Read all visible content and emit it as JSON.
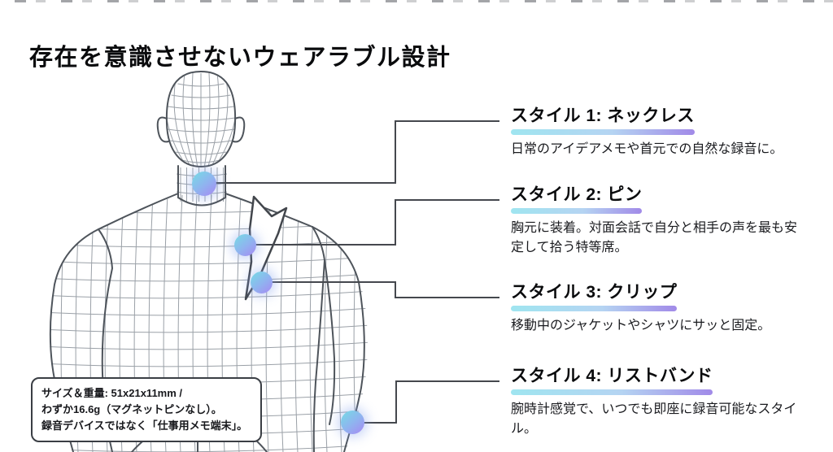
{
  "title": "存在を意識させないウェアラブル設計",
  "styles": [
    {
      "heading": "スタイル 1: ネックレス",
      "description": "日常のアイデアメモや首元での自然な録音に。"
    },
    {
      "heading": "スタイル 2: ピン",
      "description": "胸元に装着。対面会話で自分と相手の声を最も安定して拾う特等席。"
    },
    {
      "heading": "スタイル 3: クリップ",
      "description": "移動中のジャケットやシャツにサッと固定。"
    },
    {
      "heading": "スタイル 4: リストバンド",
      "description": "腕時計感覚で、いつでも即座に録音可能なスタイル。"
    }
  ],
  "spec_box": {
    "lines": [
      "サイズ＆重量: 51x21x11mm /",
      "わずか16.6g（マグネットピンなし）。",
      "録音デバイスではなく「仕事用メモ端末」。"
    ]
  },
  "colors": {
    "underline_cyan": "#9fe5f0",
    "underline_purple": "#a18ae8",
    "dot_cyan": "#79d6e6",
    "dot_purple": "#a48df3",
    "connector": "#45484e",
    "wireframe": "#9aa0a7",
    "outline": "#4e545b"
  }
}
